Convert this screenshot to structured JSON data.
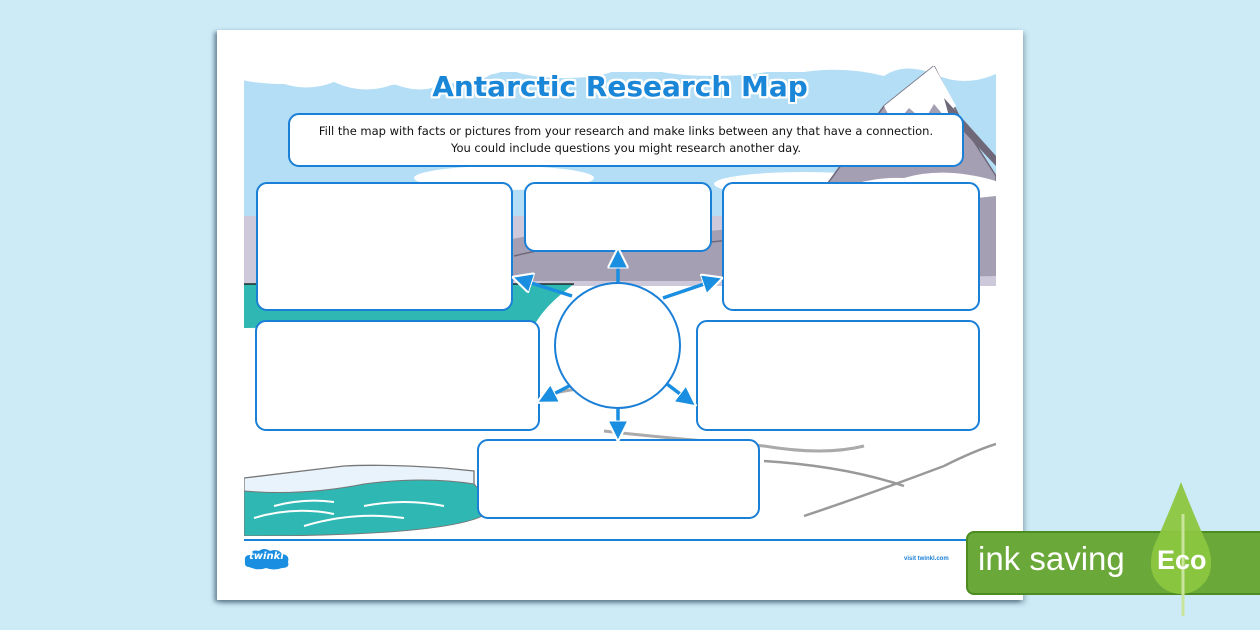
{
  "worksheet": {
    "title": "Antarctic Research Map",
    "instructions": {
      "line1": "Fill the map with facts or pictures from your research and make links between any that have a connection.",
      "line2": "You could include questions you might research another day."
    },
    "boxes": [
      {
        "id": "top-left",
        "content": ""
      },
      {
        "id": "top-center",
        "content": ""
      },
      {
        "id": "top-right",
        "content": ""
      },
      {
        "id": "middle-left",
        "content": ""
      },
      {
        "id": "middle-right",
        "content": ""
      },
      {
        "id": "bottom-center",
        "content": ""
      }
    ],
    "center_circle": {
      "content": ""
    },
    "arrow_count": 6
  },
  "footer": {
    "logo_text": "twinkl",
    "website": "visit twinkl.com"
  },
  "badge": {
    "text": "ink saving",
    "label": "Eco"
  },
  "colors": {
    "background": "#cdeaf7",
    "accent_blue": "#1a7fd6",
    "sky": "#b3def6",
    "sea": "#2fb8b3",
    "mountain": "#a59fb4",
    "eco_green": "#6aa83a",
    "leaf_green": "#8cc63f"
  }
}
